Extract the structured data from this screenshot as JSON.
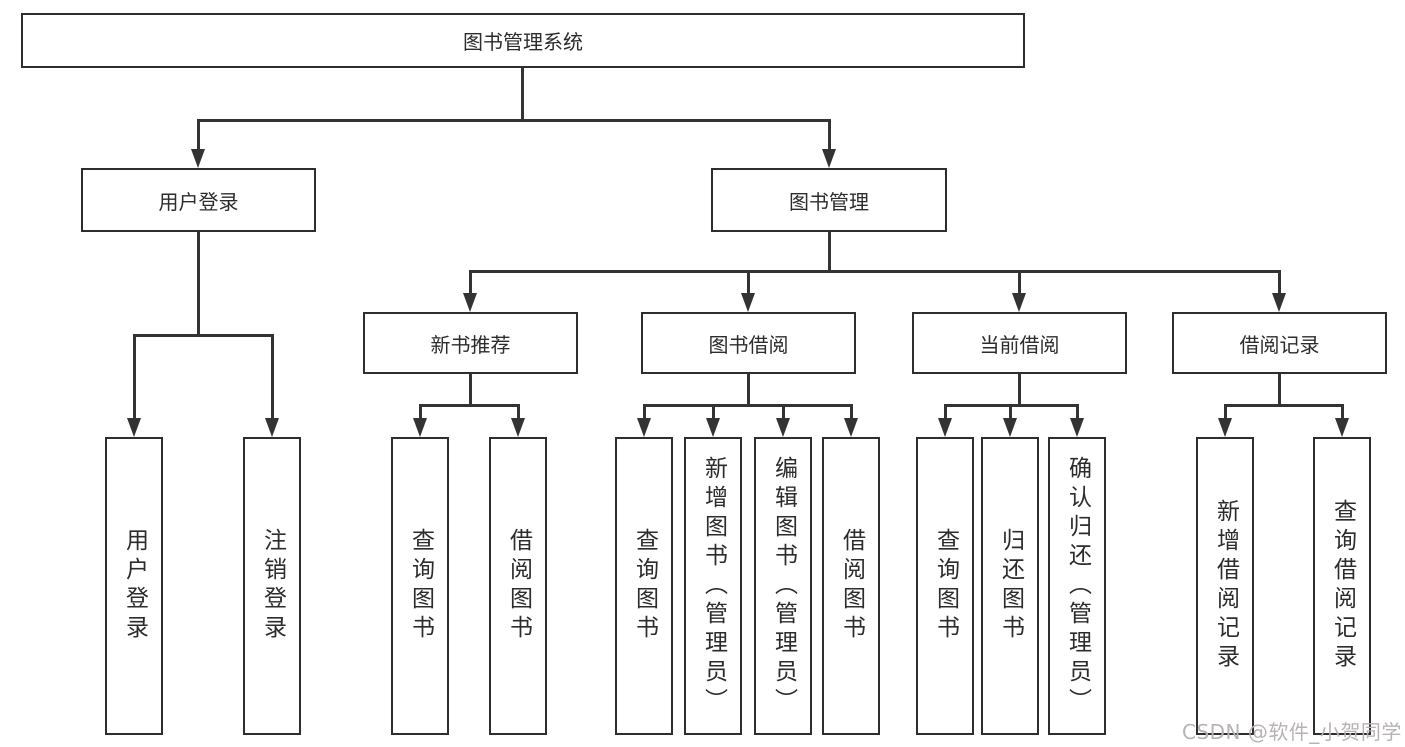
{
  "diagram_type": "hierarchy-tree",
  "nodes": {
    "root": "图书管理系统",
    "level2": [
      "用户登录",
      "图书管理"
    ],
    "level3": [
      "新书推荐",
      "图书借阅",
      "当前借阅",
      "借阅记录"
    ],
    "login_children": [
      "用户登录",
      "注销登录"
    ],
    "newbook_children": [
      "查询图书",
      "借阅图书"
    ],
    "borrow_children": [
      "查询图书",
      "新增图书（管理员）",
      "编辑图书（管理员）",
      "借阅图书"
    ],
    "current_children": [
      "查询图书",
      "归还图书",
      "确认归还（管理员）"
    ],
    "record_children": [
      "新增借阅记录",
      "查询借阅记录"
    ]
  },
  "watermark": "CSDN @软件_小贺同学",
  "colors": {
    "line": "#333333",
    "box_border": "#2e2e2e",
    "text": "#2c2c2c",
    "watermark": "#b8b2b2",
    "background": "#ffffff"
  }
}
